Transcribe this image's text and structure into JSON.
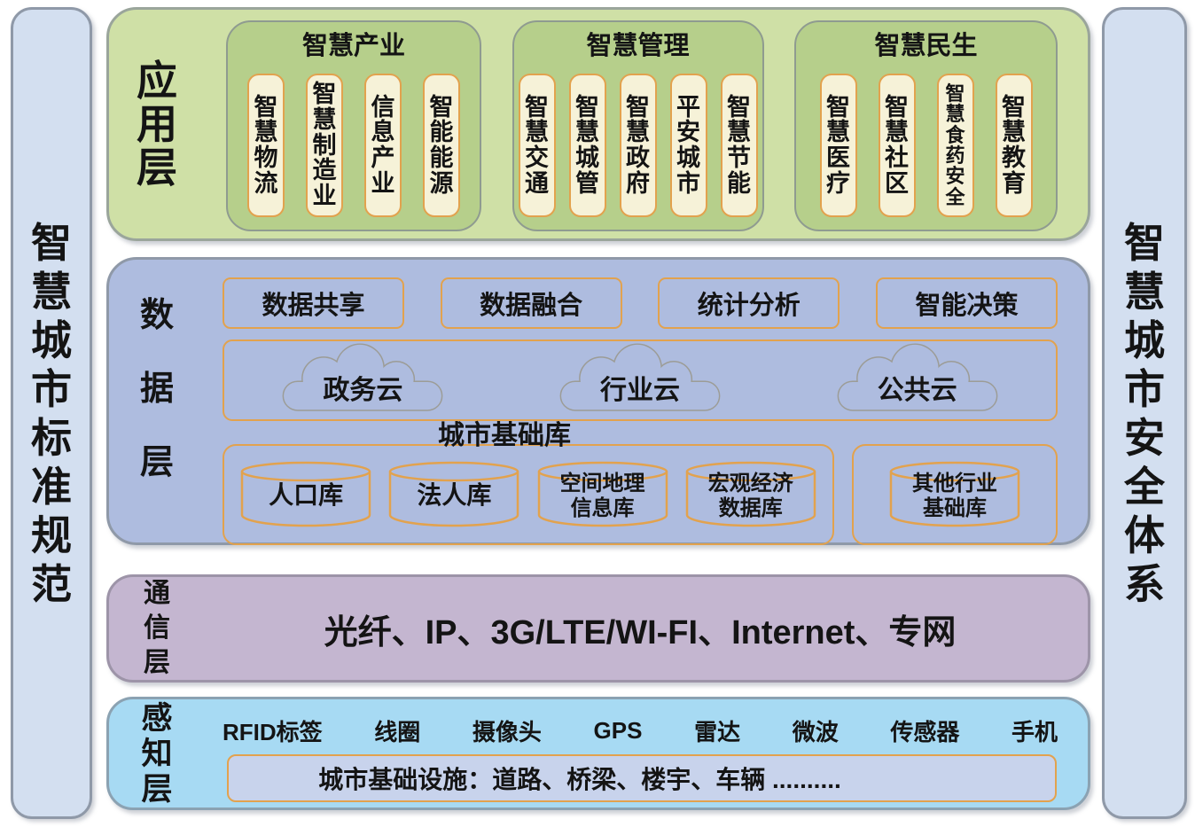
{
  "pillars": {
    "left": "智慧城市标准规范",
    "right": "智慧城市安全体系"
  },
  "layers": {
    "application": {
      "label": "应用层",
      "groups": [
        {
          "title": "智慧产业",
          "items": [
            "智慧物流",
            "智慧制造业",
            "信息产业",
            "智能能源"
          ]
        },
        {
          "title": "智慧管理",
          "items": [
            "智慧交通",
            "智慧城管",
            "智慧政府",
            "平安城市",
            "智慧节能"
          ]
        },
        {
          "title": "智慧民生",
          "items": [
            "智慧医疗",
            "智慧社区",
            "智慧食药安全",
            "智慧教育"
          ]
        }
      ]
    },
    "data": {
      "label": "数据层",
      "functions": [
        "数据共享",
        "数据融合",
        "统计分析",
        "智能决策"
      ],
      "clouds": [
        "政务云",
        "行业云",
        "公共云"
      ],
      "base_label": "城市基础库",
      "databases": [
        [
          "人口库"
        ],
        [
          "法人库"
        ],
        [
          "空间地理",
          "信息库"
        ],
        [
          "宏观经济",
          "数据库"
        ]
      ],
      "other_database": [
        "其他行业",
        "基础库"
      ]
    },
    "communication": {
      "label": "通信层",
      "content": "光纤、IP、3G/LTE/WI-FI、Internet、专网"
    },
    "perception": {
      "label": "感知层",
      "devices": [
        "RFID标签",
        "线圈",
        "摄像头",
        "GPS",
        "雷达",
        "微波",
        "传感器",
        "手机"
      ],
      "infrastructure": "城市基础设施：道路、桥梁、楼宇、车辆 .........."
    }
  },
  "colors": {
    "pillar_bg": "#d3dff0",
    "app_layer_bg": "#cfe0a6",
    "group_bg": "#b6cf8b",
    "pill_bg": "#f6f2d8",
    "data_layer_bg": "#aebcdf",
    "comm_layer_bg": "#c4b6d0",
    "sense_layer_bg": "#a7daf3",
    "infra_bg": "#c8d3ec",
    "accent_orange": "#e2a24e",
    "cloud_outline": "#9c9c96",
    "frame_border": "#8f99a8"
  }
}
